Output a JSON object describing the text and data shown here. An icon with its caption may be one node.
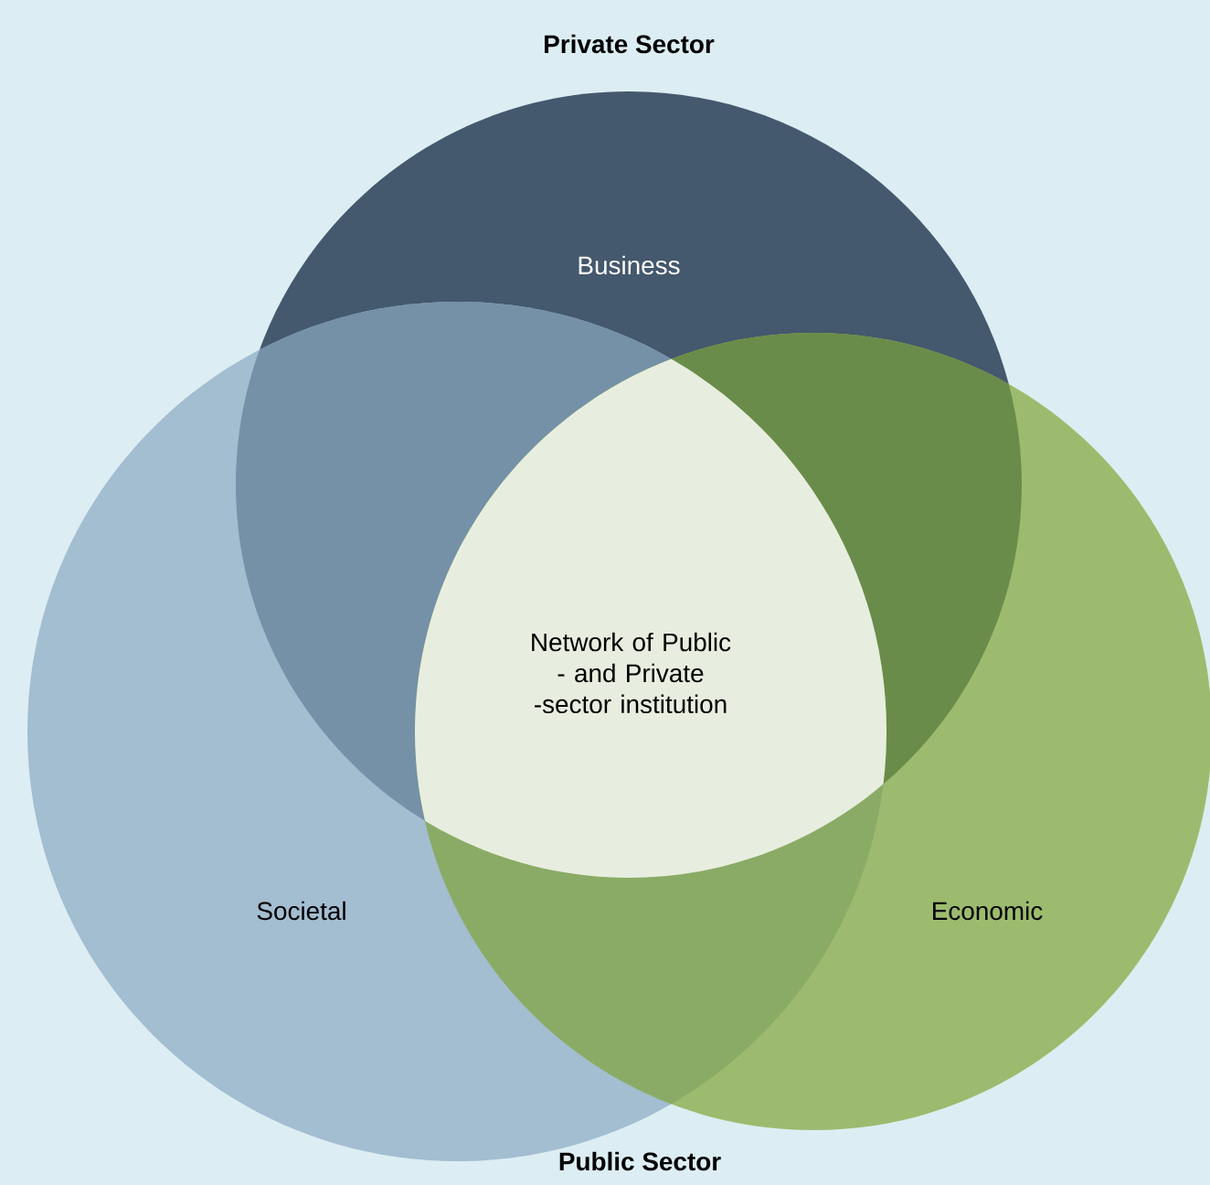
{
  "diagram": {
    "nodes": [
      {
        "text": [
          "Business"
        ]
      },
      {
        "text": [
          "Societal"
        ]
      },
      {
        "text": [
          "Economic"
        ]
      },
      {
        "text": [
          "Network of Public - and Private -sector institution"
        ]
      }
    ],
    "labels": [
      "Private Sector",
      "Public Sector"
    ]
  }
}
